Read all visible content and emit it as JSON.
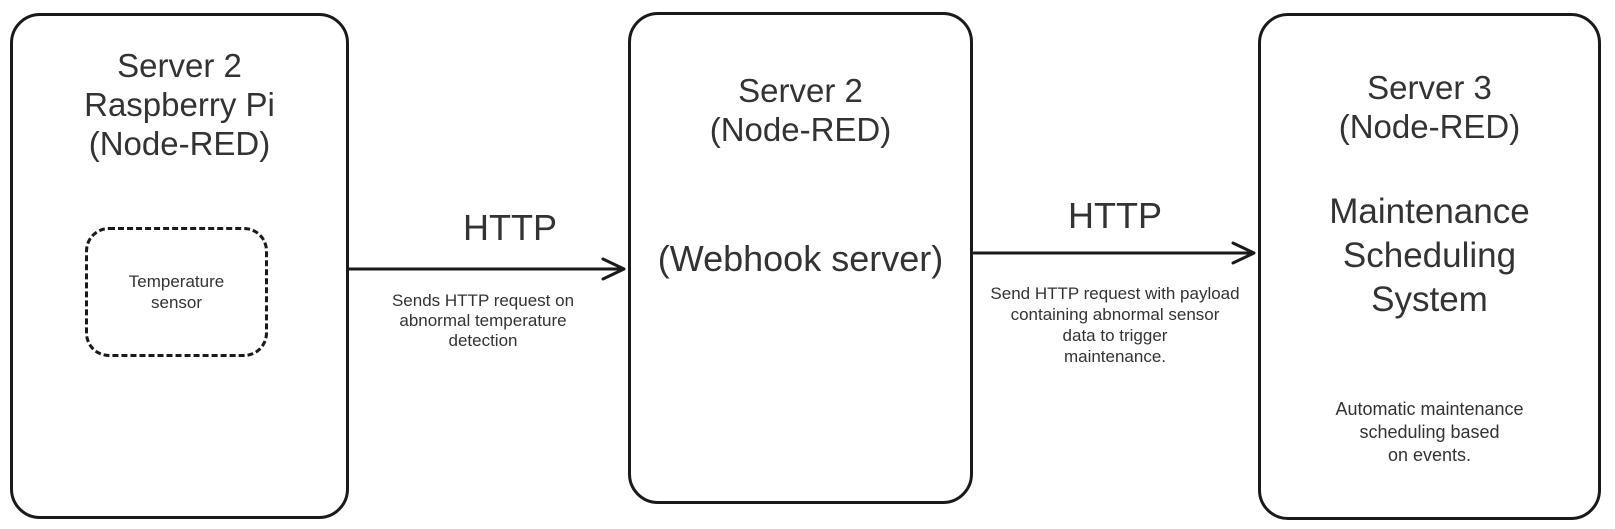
{
  "diagram": {
    "nodes": [
      {
        "id": "server2-raspberry-pi",
        "title": "Server 2\nRaspberry Pi\n(Node-RED)",
        "sensor_label": "Temperature\nsensor"
      },
      {
        "id": "server2-webhook",
        "title": "Server 2\n(Node-RED)",
        "subtitle": "(Webhook server)"
      },
      {
        "id": "server3-maintenance",
        "title": "Server 3\n(Node-RED)",
        "subtitle": "Maintenance\nScheduling\nSystem",
        "description": "Automatic maintenance\nscheduling based\non events."
      }
    ],
    "edges": [
      {
        "label": "HTTP",
        "caption": "Sends HTTP request on\nabnormal temperature\ndetection"
      },
      {
        "label": "HTTP",
        "caption": "Send HTTP request with payload\ncontaining abnormal sensor\ndata to trigger\nmaintenance."
      }
    ],
    "colors": {
      "stroke": "#1a1a1a",
      "text": "#333333",
      "background": "#ffffff"
    }
  }
}
